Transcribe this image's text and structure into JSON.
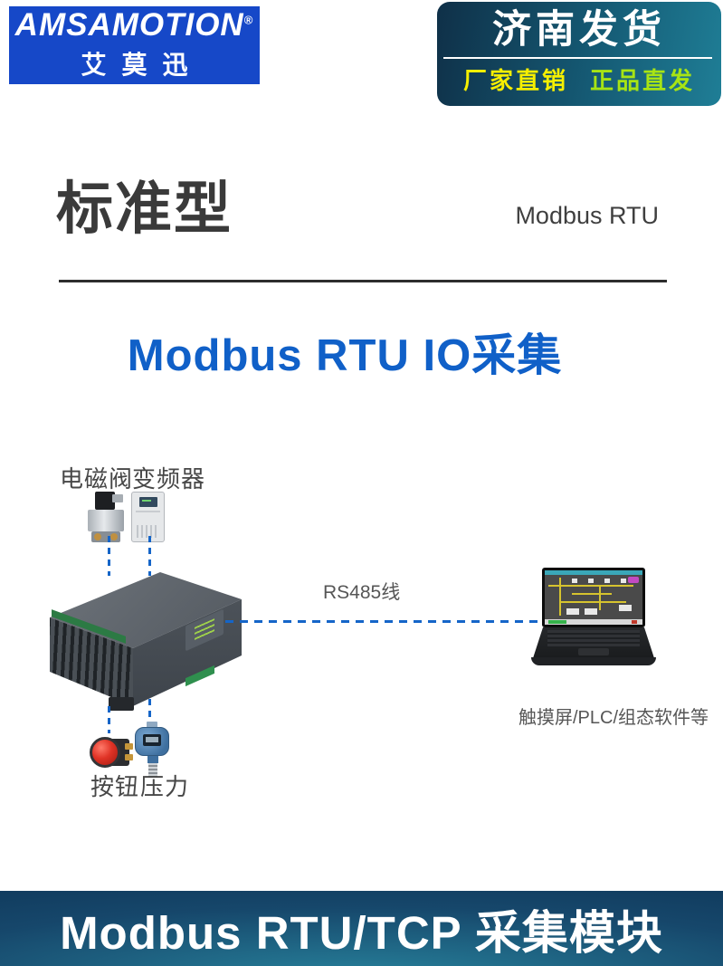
{
  "header": {
    "logo": {
      "brand": "AMSAMOTION",
      "reg_mark": "®",
      "brand_cn": "艾莫迅",
      "bg_color": "#1648c8"
    },
    "badge": {
      "title": "济南发货",
      "sub_left": "厂家直销",
      "sub_right": "正品直发",
      "title_color": "#ffffff",
      "sub_left_color": "#f6ef00",
      "sub_right_color": "#a8e414"
    }
  },
  "title_section": {
    "title": "标准型",
    "subtitle": "Modbus RTU"
  },
  "section_heading": {
    "text": "Modbus RTU IO采集",
    "color": "#1060c8"
  },
  "diagram": {
    "labels": {
      "solenoid": "电磁阀",
      "vfd": "变频器",
      "button": "按钮",
      "pressure": "压力",
      "laptop_caption": "触摸屏/PLC/组态软件等",
      "connection": "RS485线"
    },
    "line_color": "#1565c8"
  },
  "footer": {
    "text": "Modbus RTU/TCP 采集模块"
  }
}
